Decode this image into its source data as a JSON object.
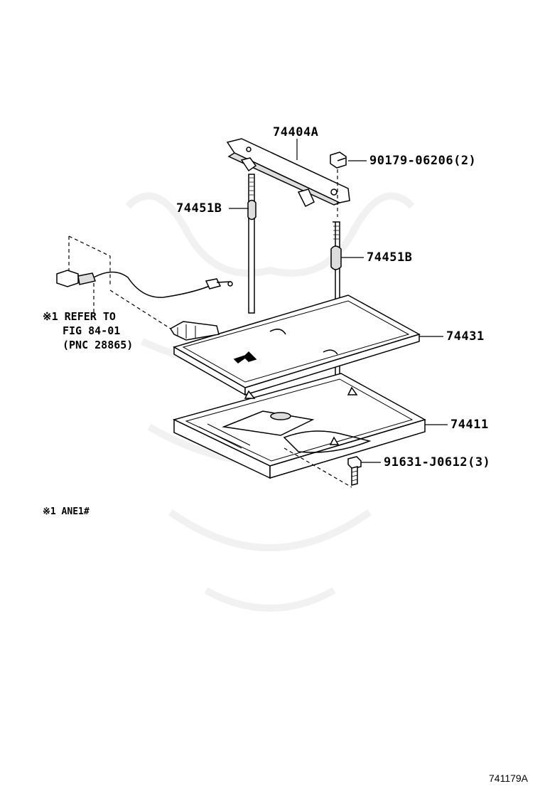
{
  "labels": {
    "p74404A": "74404A",
    "p90179": "90179-06206(2)",
    "p74451B_left": "74451B",
    "p74451B_right": "74451B",
    "p74431": "74431",
    "p74411": "74411",
    "p91631": "91631-J0612(3)"
  },
  "notes": {
    "refer_line1": "※1 REFER TO",
    "refer_line2": "FIG 84-01",
    "refer_line3": "(PNC 28865)",
    "ane": "※1 ANE1#"
  },
  "figure_id": "741179A"
}
